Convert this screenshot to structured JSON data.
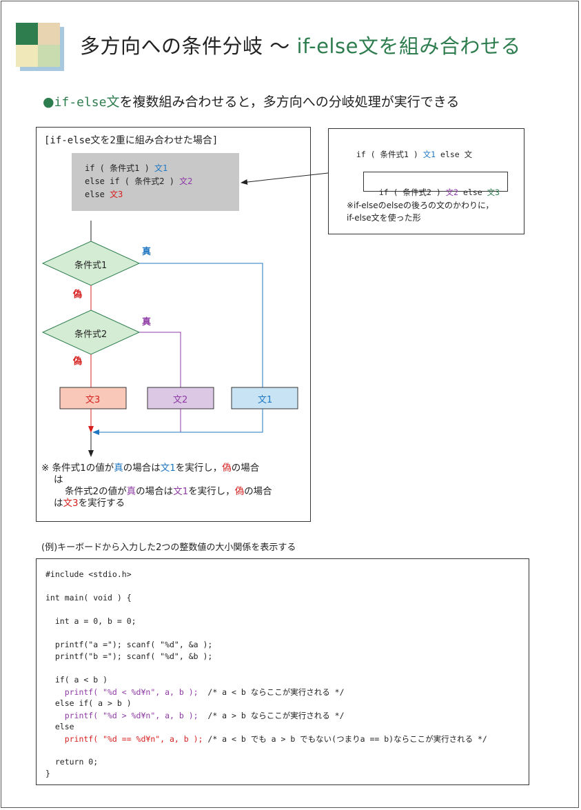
{
  "header": {
    "title_main": "多方向への条件分岐 〜 ",
    "title_accent": "if-else文を組み合わせる",
    "logo_colors": [
      "#2e7d4f",
      "#e8d4b0",
      "#f0e8b8",
      "#c8dcb0"
    ]
  },
  "subtitle": {
    "bullet": "●",
    "code": "if-else",
    "accent": "文",
    "rest": "を複数組み合わせると，多方向への分岐処理が実行できる"
  },
  "flow_box": {
    "heading": "[if-else文を2重に組み合わせた場合]",
    "syntax": {
      "l1a": "if ( 条件式1 ) ",
      "l1b": "文1",
      "l2a": "else if ( 条件式2 ) ",
      "l2b": "文2",
      "l3a": "else ",
      "l3b": "文3"
    },
    "cond1": "条件式1",
    "cond2": "条件式2",
    "true_label": "真",
    "false_label": "偽",
    "stmt3": "文3",
    "stmt2": "文2",
    "stmt1": "文1",
    "note": {
      "mark": "※",
      "p1": " 条件式1の値が",
      "t1": "真",
      "p2": "の場合は",
      "s1": "文1",
      "p3": "を実行し，",
      "f1": "偽",
      "p4": "の場合",
      "p5": "は",
      "q1": "条件式2の値が",
      "t2": "真",
      "q2": "の場合は",
      "s2": "文1",
      "q3": "を実行し，",
      "f2": "偽",
      "q4": "の場合",
      "r1": "は",
      "s3": "文3",
      "r2": "を実行する"
    }
  },
  "side_box": {
    "l1a": "if ( 条件式1 ) ",
    "l1b": "文1",
    "l1c": " else ",
    "l1d": "文",
    "l2a": "if ( 条件式2 ) ",
    "l2b": "文2",
    "l2c": " else ",
    "l2d": "文3",
    "note1": "※if-elseのelseの後ろの文のかわりに，",
    "note2": "if-else文を使った形"
  },
  "example_caption": "(例)キーボードから入力した2つの整数値の大小関係を表示する",
  "code": {
    "c1": "#include <stdio.h>",
    "c2": "int main( void ) {",
    "c3": "  int a = 0, b = 0;",
    "c4": "  printf(\"a =\"); scanf( \"%d\", &a );",
    "c5": "  printf(\"b =\"); scanf( \"%d\", &b );",
    "c6": "  if( a < b )",
    "c7a": "    printf( \"%d < %d¥n\", a, b );",
    "c7b": "  /* a < b ならここが実行される */",
    "c8": "  else if( a > b )",
    "c9a": "    printf( \"%d > %d¥n\", a, b );",
    "c9b": "  /* a > b ならここが実行される */",
    "c10": "  else",
    "c11a": "    printf( \"%d == %d¥n\", a, b );",
    "c11b": " /* a < b でも a > b でもない(つまりa == b)ならここが実行される */",
    "c12": "  return 0;",
    "c13": "}"
  }
}
